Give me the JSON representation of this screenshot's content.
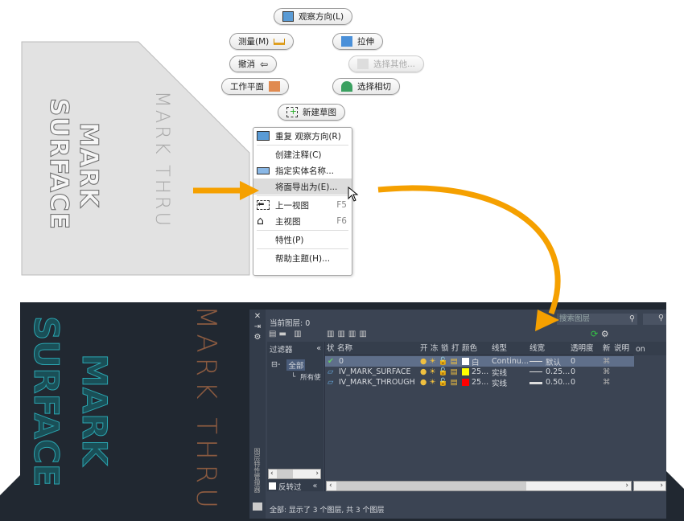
{
  "top_view": {
    "text_thru": "MARK THRU",
    "text_mark": "MARK",
    "text_surface": "SURFACE"
  },
  "marking_menu": {
    "view_direction": "观察方向(L)",
    "measure": "测量(M)",
    "extrude": "拉伸",
    "undo": "撤消",
    "select_other": "选择其他...",
    "work_plane": "工作平面",
    "select_tangent": "选择相切",
    "new_sketch": "新建草图"
  },
  "context_menu": {
    "items": [
      {
        "label": "重复 观察方向(R)",
        "key": ""
      },
      {
        "label": "创建注释(C)",
        "key": ""
      },
      {
        "label": "指定实体名称...",
        "key": ""
      },
      {
        "label": "将面导出为(E)...",
        "key": ""
      },
      {
        "label": "上一视图",
        "key": "F5"
      },
      {
        "label": "主视图",
        "key": "F6"
      },
      {
        "label": "特性(P)",
        "key": ""
      },
      {
        "label": "帮助主题(H)...",
        "key": ""
      }
    ]
  },
  "layer_panel": {
    "current_layer": "当前图层: 0",
    "search_placeholder": "搜索图层",
    "filters_label": "过滤器",
    "tree_all": "全部",
    "tree_used": "所有使",
    "invert_label": "反转过",
    "side_title": "图层特性管理器",
    "status": "全部: 显示了 3 个图层, 共 3 个图层",
    "columns": [
      "状",
      "名称",
      "开",
      "冻",
      "锁",
      "打",
      "颜色",
      "线型",
      "线宽",
      "透明度",
      "新",
      "说明"
    ],
    "extra_col": "on",
    "rows": [
      {
        "name": "0",
        "color": "白",
        "color_hex": "#ffffff",
        "linetype": "Continu...",
        "lineweight": "默认",
        "transparency": "0"
      },
      {
        "name": "IV_MARK_SURFACE",
        "color": "25...",
        "color_hex": "#ffff00",
        "linetype": "实线",
        "lineweight": "0.25...",
        "transparency": "0"
      },
      {
        "name": "IV_MARK_THROUGH",
        "color": "25...",
        "color_hex": "#ff0000",
        "linetype": "实线",
        "lineweight": "0.50...",
        "transparency": "0"
      }
    ]
  },
  "colors": {
    "arrow": "#f5a000",
    "teal": "#1f8a94",
    "brown": "#8a5a40"
  }
}
